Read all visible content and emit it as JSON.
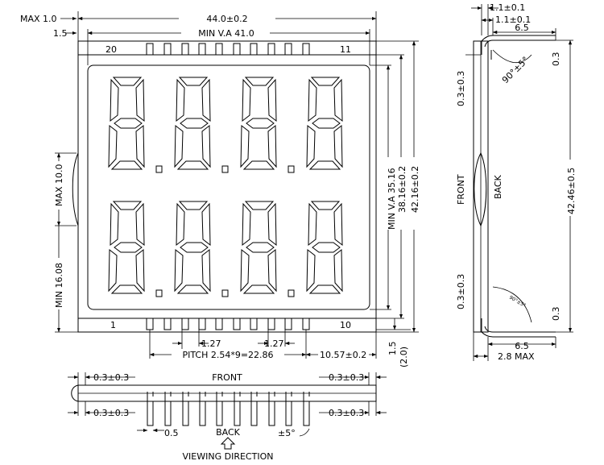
{
  "front_view": {
    "max_thickness": "MAX 1.0",
    "edge_offset": "1.5",
    "overall_width": "44.0±0.2",
    "min_viewing_area_width": "MIN V.A 41.0",
    "pin_20": "20",
    "pin_11": "11",
    "pin_1": "1",
    "pin_10": "10",
    "pin_pitch_small_left": "1.27",
    "pin_pitch_small_right": "1.27",
    "pin_pitch_total": "PITCH 2.54*9=22.86",
    "pin_edge_offset": "10.57±0.2",
    "min_va_height": "MIN V.A 35.16",
    "inner_height": "38.16±0.2",
    "overall_height": "42.16±0.2",
    "left_upper_dim": "MAX 10.0",
    "left_lower_dim": "MIN 16.08",
    "bottom_right_dim": "1.5",
    "bottom_right_ref": "(2.0)"
  },
  "side_view": {
    "top_dim_1": "1.1±0.1",
    "top_dim_2": "1.1±0.1",
    "pin_length": "6.5",
    "bend_top": "0.3",
    "bend_angle_top": "90°±5°",
    "glass_offset_top": "0.3±0.3",
    "front_label": "FRONT",
    "back_label": "BACK",
    "pin_total_length": "42.46±0.5",
    "glass_offset_bottom": "0.3±0.3",
    "bend_angle_bottom": "90°±5°",
    "bend_bottom": "0.3",
    "pin_length_bottom": "6.5",
    "max_depth": "2.8 MAX"
  },
  "bottom_view": {
    "front_label": "FRONT",
    "top_left_dim": "0.3±0.3",
    "top_right_dim": "0.3±0.3",
    "bottom_left_dim": "0.3±0.3",
    "bottom_right_dim": "0.3±0.3",
    "pin_width": "0.5",
    "back_label": "BACK",
    "angle_tol": "±5°",
    "viewing_direction": "VIEWING DIRECTION"
  }
}
